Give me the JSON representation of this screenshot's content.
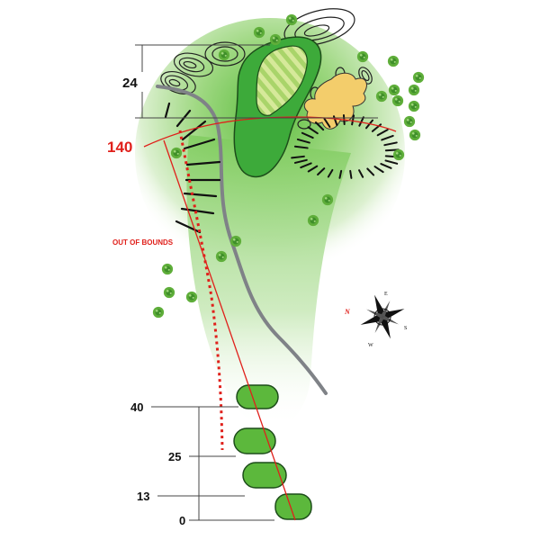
{
  "hole_map": {
    "yardage_markers": [
      "40",
      "25",
      "13",
      "0"
    ],
    "green_depth": "24",
    "carry_distance": "140",
    "out_of_bounds_label": "OUT OF BOUNDS",
    "compass": {
      "north": "N",
      "east": "E",
      "south": "S",
      "west": "W"
    }
  },
  "colors": {
    "fairway": "#6cc24a",
    "green": "#3daa3a",
    "putting_surface": "#c9e28a",
    "bunker": "#f3cd6b",
    "cart_path": "#7f8287",
    "out_of_bounds": "#e0201b",
    "tree": "#5fae3a"
  }
}
